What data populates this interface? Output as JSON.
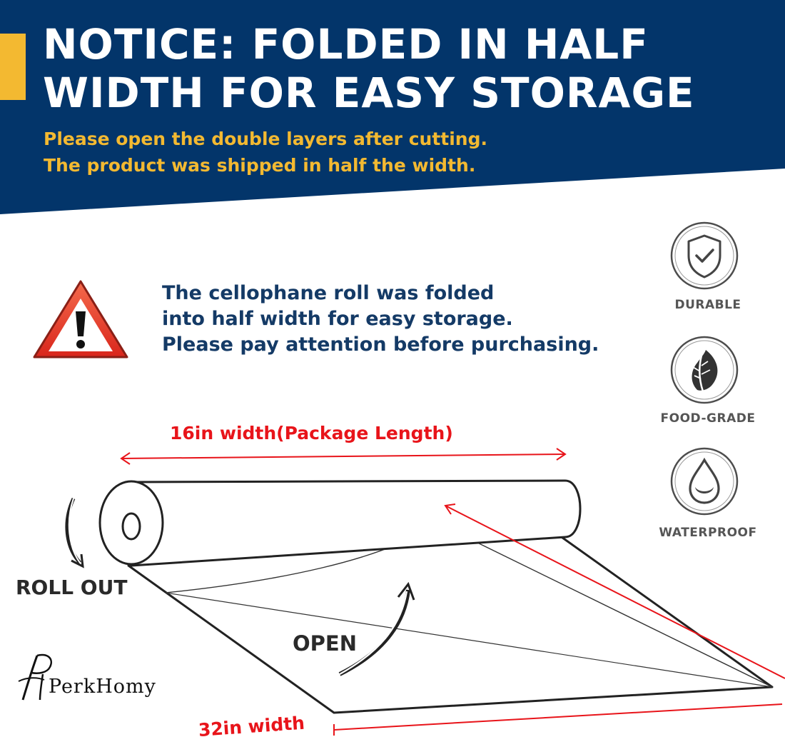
{
  "banner": {
    "headline_line1": "NOTICE: FOLDED IN HALF",
    "headline_line2": "WIDTH FOR EASY STORAGE",
    "sub_line1": "Please open the double layers after cutting.",
    "sub_line2": "The product was shipped in half the width.",
    "background_color": "#03356a",
    "accent_color": "#f3b931"
  },
  "warning": {
    "icon": "warning-triangle-icon",
    "line1": "The cellophane roll was folded",
    "line2": "into half width for easy storage.",
    "line3": "Please pay attention before purchasing.",
    "text_color": "#143a66"
  },
  "features": [
    {
      "icon": "shield-check-icon",
      "label": "DURABLE"
    },
    {
      "icon": "leaf-icon",
      "label": "FOOD-GRADE"
    },
    {
      "icon": "water-drop-icon",
      "label": "WATERPROOF"
    }
  ],
  "diagram": {
    "package_length_label": "16in width(Package Length)",
    "full_width_label": "32in width",
    "roll_out_label": "ROLL OUT",
    "open_label": "OPEN",
    "dimension_color": "#e8141a"
  },
  "brand": {
    "logo_icon": "perkhomy-monogram-icon",
    "name": "PerkHomy"
  }
}
